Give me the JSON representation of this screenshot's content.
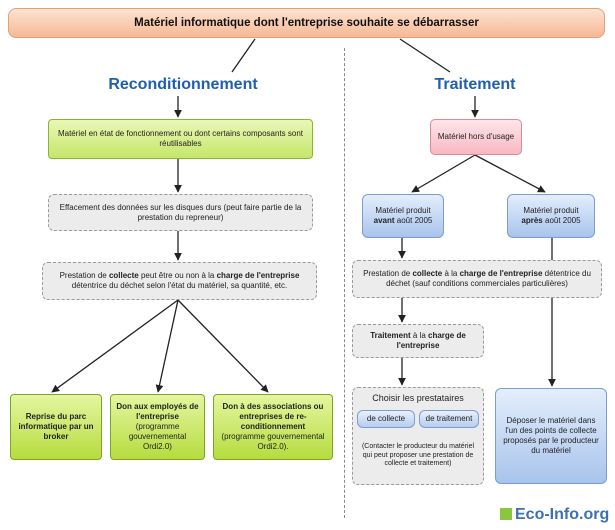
{
  "title": "Matériel informatique dont l'entreprise souhaite se débarrasser",
  "left": {
    "header": "Reconditionnement",
    "step1": "Matériel en état de fonctionnement ou dont certains composants sont réutilisables",
    "step2": "Effacement des données sur les disques durs (peut faire partie de la prestation du repreneur)",
    "step3": {
      "t1": "Prestation de ",
      "b1": "collecte",
      "t2": " peut être ou non à la ",
      "b2": "charge de l'entreprise",
      "t3": " détentrice du déchet selon l'état du matériel, sa quantité, etc."
    },
    "out1": "Reprise du parc informatique par un broker",
    "out2_bold": "Don aux employés de l'entreprise",
    "out2_note": "(programme gouvernemental Ordi2.0)",
    "out3_bold": "Don à des associations ou entreprises de re-conditionnement",
    "out3_note": "(programme gouvernemental Ordi2.0)."
  },
  "right": {
    "header": "Traitement",
    "step1": "Matériel hors d'usage",
    "before": {
      "t1": "Matériel produit ",
      "b": "avant",
      "t2": " août 2005"
    },
    "after": {
      "t1": "Matériel produit ",
      "b": "après",
      "t2": " août 2005"
    },
    "collect": {
      "t1": "Prestation de ",
      "b1": "collecte",
      "t2": " à la ",
      "b2": "charge de l'entreprise",
      "t3": " détentrice du déchet (sauf conditions commerciales particulières)"
    },
    "treat": {
      "b1": "Traitement",
      "t1": " à la ",
      "b2": "charge de l'entreprise"
    },
    "choose": {
      "title": "Choisir les prestataires",
      "pill1": "de collecte",
      "pill2": "de traitement",
      "note": "(Contacter le producteur du matériel qui peut proposer une prestation de collecte et traitement)"
    },
    "deposit": "Déposer le matériel dans l'un des points de collecte proposés par le producteur du matériel"
  },
  "logo": "Eco-Info.org",
  "colors": {
    "accent_blue": "#1f5fae",
    "green": "#b6dc3f",
    "pink": "#f7b8c2",
    "blue_box": "#a8c4ec",
    "gray_box": "#ececec",
    "title_bar": "#f6b894"
  }
}
